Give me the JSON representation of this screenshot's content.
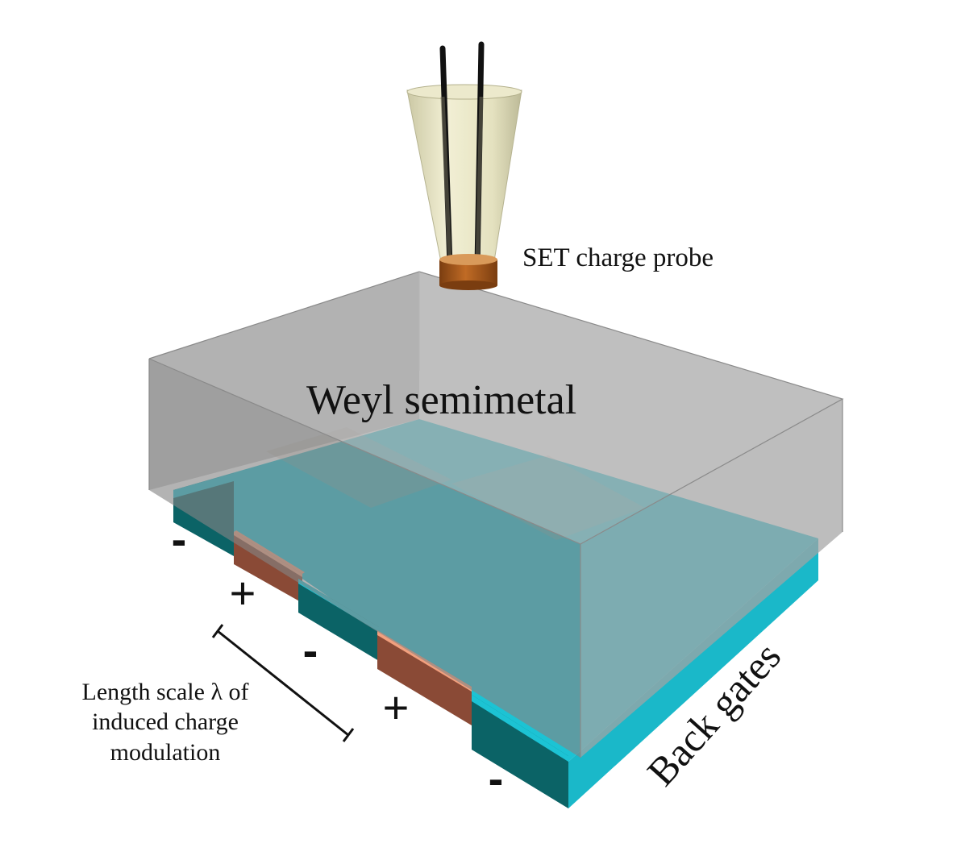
{
  "labels": {
    "probe": "SET charge probe",
    "material": "Weyl semimetal",
    "gates": "Back gates",
    "length_scale": [
      "Length scale λ of",
      "induced charge",
      "modulation"
    ]
  },
  "gate_signs": [
    "-",
    "+",
    "-",
    "+",
    "-"
  ],
  "colors": {
    "gate_negative_top": "#1cc3d4",
    "gate_negative_front": "#0b6366",
    "gate_positive_top": "#f2a07e",
    "gate_positive_front": "#8a4a36",
    "slab": "#9b9b9b",
    "probe_cone": "#e6e3c0",
    "probe_tip": "#a85a1c",
    "probe_wire": "#111111"
  }
}
